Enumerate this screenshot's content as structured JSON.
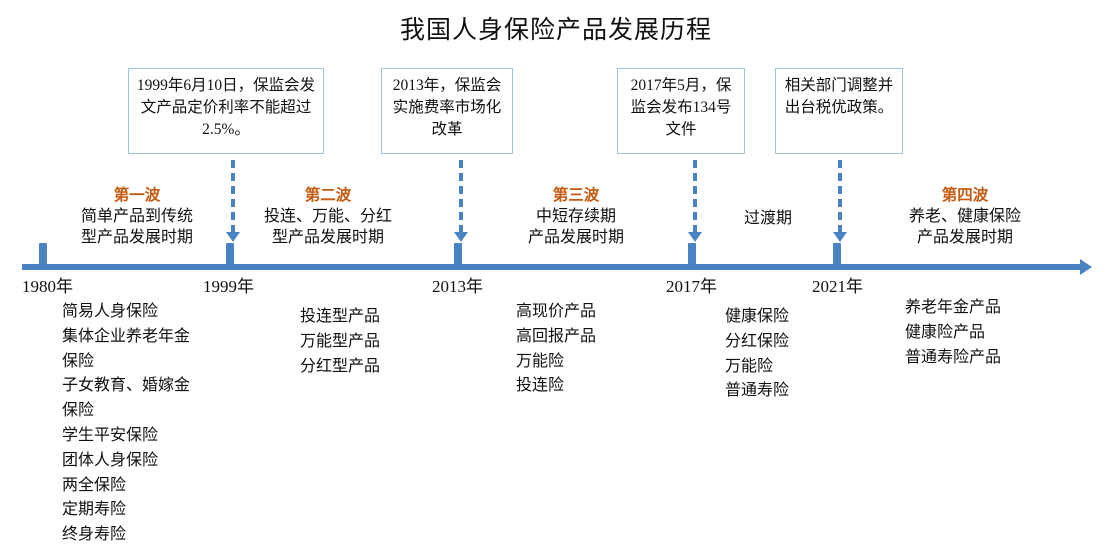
{
  "title": "我国人身保险产品发展历程",
  "colors": {
    "axis": "#4A83C4",
    "box_border": "#9DC3E6",
    "phase_accent": "#C55A11",
    "text": "#111111",
    "background": "#FFFFFF"
  },
  "callouts": [
    {
      "id": "callout-1999",
      "text": "1999年6月10日，保监会发文产品定价利率不能超过2.5%。"
    },
    {
      "id": "callout-2013",
      "text": "2013年，保监会实施费率市场化改革"
    },
    {
      "id": "callout-2017",
      "text": "2017年5月，保监会发布134号文件"
    },
    {
      "id": "callout-2021",
      "text": "相关部门调整并出台税优政策。"
    }
  ],
  "phases": [
    {
      "id": "phase-1",
      "title": "第一波",
      "desc": "简单产品到传统\n型产品发展时期"
    },
    {
      "id": "phase-2",
      "title": "第二波",
      "desc": "投连、万能、分红\n型产品发展时期"
    },
    {
      "id": "phase-3",
      "title": "第三波",
      "desc": "中短存续期\n产品发展时期"
    },
    {
      "id": "phase-4",
      "title": "第四波",
      "desc": "养老、健康保险\n产品发展时期"
    }
  ],
  "transition_label": "过渡期",
  "axis": {
    "years": [
      {
        "id": "year-1980",
        "label": "1980年"
      },
      {
        "id": "year-1999",
        "label": "1999年"
      },
      {
        "id": "year-2013",
        "label": "2013年"
      },
      {
        "id": "year-2017",
        "label": "2017年"
      },
      {
        "id": "year-2021",
        "label": "2021年"
      }
    ]
  },
  "product_lists": [
    {
      "id": "products-1980",
      "items": "简易人身保险\n集体企业养老年金\n保险\n子女教育、婚嫁金\n保险\n学生平安保险\n团体人身保险\n两全保险\n定期寿险\n终身寿险"
    },
    {
      "id": "products-1999",
      "items": "投连型产品\n万能型产品\n分红型产品"
    },
    {
      "id": "products-2013",
      "items": "高现价产品\n高回报产品\n万能险\n投连险"
    },
    {
      "id": "products-2017",
      "items": "健康保险\n分红保险\n万能险\n普通寿险"
    },
    {
      "id": "products-2021",
      "items": "养老年金产品\n健康险产品\n普通寿险产品"
    }
  ]
}
